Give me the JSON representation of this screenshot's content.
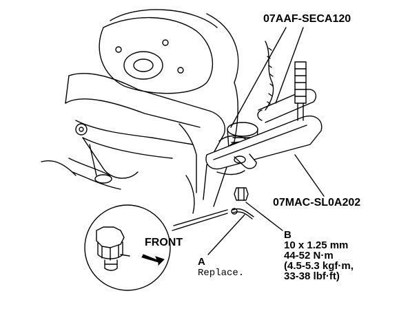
{
  "tools": {
    "upper_tool_number": "07AAF-SECA120",
    "lower_tool_number": "07MAC-SL0A202"
  },
  "inset": {
    "direction_label": "FRONT"
  },
  "callout_a": {
    "letter": "A",
    "note": "Replace."
  },
  "callout_b": {
    "letter": "B",
    "lines": [
      "10 x 1.25 mm",
      "44-52 N·m",
      "(4.5-5.3 kgf·m,",
      "33-38 lbf·ft)"
    ]
  }
}
